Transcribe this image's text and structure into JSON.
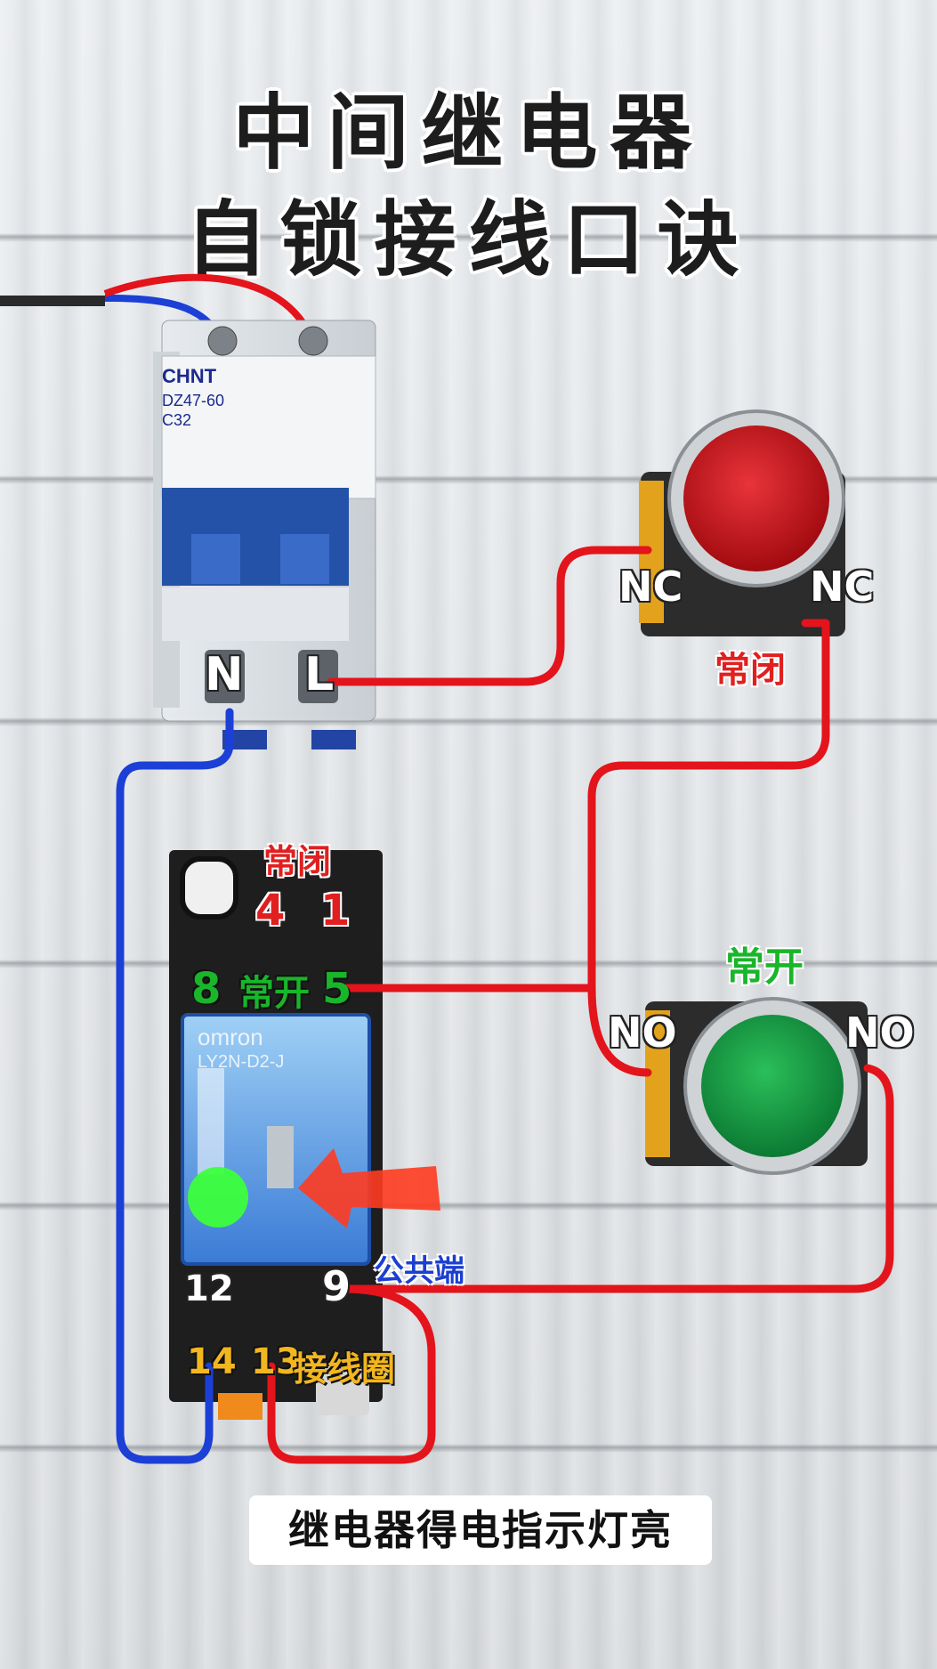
{
  "title": {
    "line1": "中间继电器",
    "line2": "自锁接线口诀"
  },
  "breaker": {
    "brand": "CHNT",
    "model": "DZ47-60",
    "rating": "C32",
    "terminal_n": "N",
    "terminal_l": "L"
  },
  "buttons": {
    "stop": {
      "left_terminal": "NC",
      "right_terminal": "NC",
      "label": "常闭",
      "color": "#d4161c"
    },
    "start": {
      "left_terminal": "NO",
      "right_terminal": "NO",
      "label": "常开",
      "color": "#1aa24a"
    }
  },
  "relay": {
    "brand": "omron",
    "model": "LY2N-D2-J",
    "top_label": "常闭",
    "t4": "4",
    "t1": "1",
    "t8": "8",
    "mid_label": "常开",
    "t5": "5",
    "t12": "12",
    "t9": "9",
    "common_label": "公共端",
    "t14": "14",
    "t13": "13",
    "coil_label": "接线圈"
  },
  "caption": "继电器得电指示灯亮",
  "colors": {
    "live_wire": "#e3141b",
    "neutral_wire": "#1c3fd6",
    "indicator": "#3cff3c",
    "arrow": "#ff3b20"
  }
}
